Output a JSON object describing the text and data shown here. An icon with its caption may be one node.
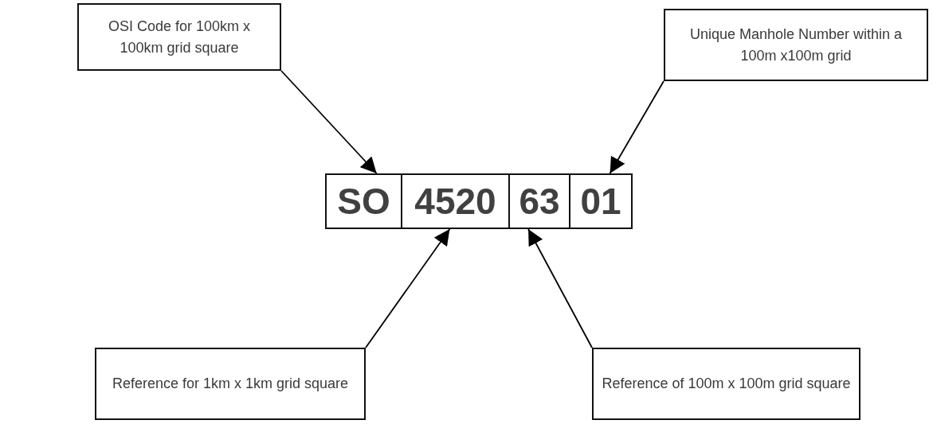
{
  "diagram": {
    "nodes": [
      {
        "text": [
          "OSI Code for 100km x 100km grid square"
        ]
      },
      {
        "text": [
          "Unique Manhole Number within a 100m x100m grid"
        ]
      },
      {
        "text": [
          "SO"
        ]
      },
      {
        "text": [
          "4520"
        ]
      },
      {
        "text": [
          "63"
        ]
      },
      {
        "text": [
          "01"
        ]
      },
      {
        "text": [
          "Reference for 1km x 1km grid square"
        ]
      },
      {
        "text": [
          "Reference of 100m x 100m grid square"
        ]
      }
    ],
    "edges": [
      {
        "from": 0,
        "to": 2,
        "arrow": "to"
      },
      {
        "from": 1,
        "to": 5,
        "arrow": "to"
      },
      {
        "from": 6,
        "to": 3,
        "arrow": "to"
      },
      {
        "from": 7,
        "to": 4,
        "arrow": "to"
      }
    ]
  }
}
